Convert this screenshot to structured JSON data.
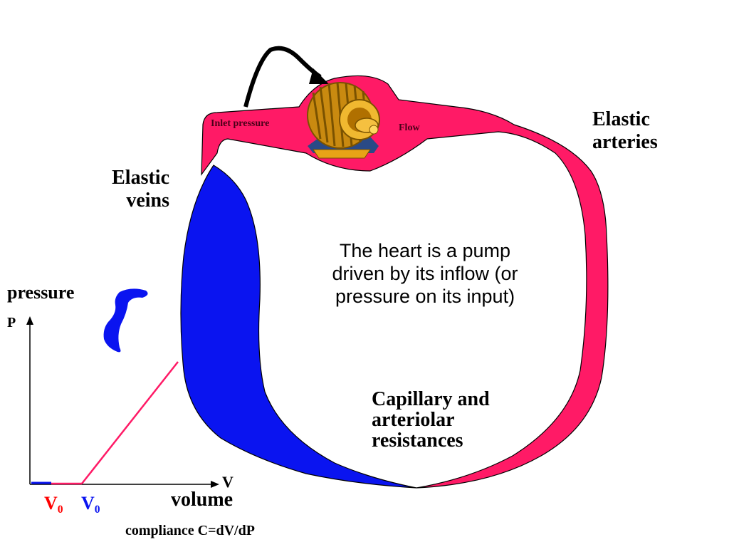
{
  "colors": {
    "artery": "#ff1a66",
    "vein": "#0a14f0",
    "outline": "#000000",
    "motor_gold": "#e8a317",
    "motor_base": "#2a4a86"
  },
  "labels": {
    "inlet_pressure": "Inlet pressure",
    "flow": "Flow",
    "elastic_arteries": "Elastic arteries",
    "elastic_veins": "Elastic veins",
    "heart_statement": "The heart is a pump driven by its inflow (or pressure on its input)",
    "capillary": "Capillary and arteriolar resistances",
    "pressure": "pressure",
    "p_axis": "P",
    "v_axis": "V",
    "volume": "volume",
    "v0_red": "V",
    "v0_red_sub": "0",
    "v0_blue": "V",
    "v0_blue_sub": "0",
    "compliance": "compliance C=dV/dP"
  },
  "icons": [
    "motor-pump-icon",
    "vein-segment-icon",
    "curved-arrow-icon"
  ]
}
